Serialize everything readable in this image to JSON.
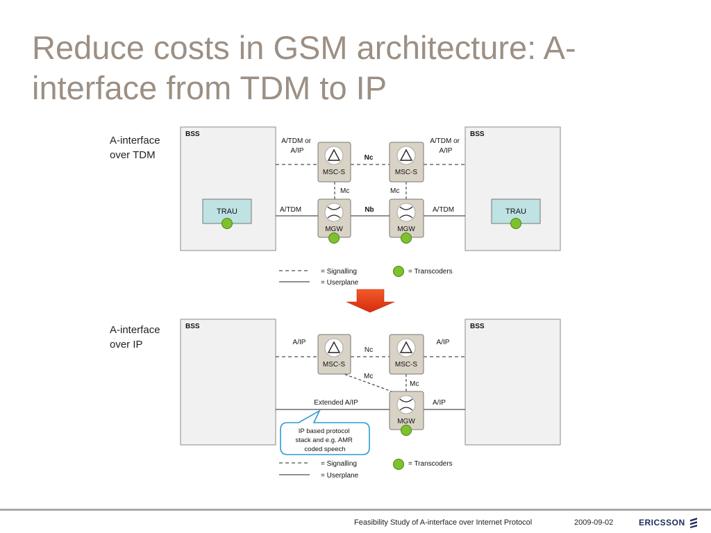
{
  "slide": {
    "title": "Reduce costs in GSM architecture: A-interface from TDM to IP"
  },
  "diagram_top": {
    "heading": [
      "A-interface",
      "over TDM"
    ],
    "bss_left": "BSS",
    "bss_right": "BSS",
    "trau_left": "TRAU",
    "trau_right": "TRAU",
    "msc_left": "MSC-S",
    "msc_right": "MSC-S",
    "mgw_left": "MGW",
    "mgw_right": "MGW",
    "a_tdm_or_aip_left": [
      "A/TDM or",
      "A/IP"
    ],
    "a_tdm_or_aip_right": [
      "A/TDM or",
      "A/IP"
    ],
    "nc": "Nc",
    "nb": "Nb",
    "mc_left": "Mc",
    "mc_right": "Mc",
    "a_tdm_left": "A/TDM",
    "a_tdm_right": "A/TDM"
  },
  "diagram_bottom": {
    "heading": [
      "A-interface",
      "over IP"
    ],
    "bss_left": "BSS",
    "bss_right": "BSS",
    "msc_left": "MSC-S",
    "msc_right": "MSC-S",
    "mgw": "MGW",
    "a_ip_left": "A/IP",
    "a_ip_right": "A/IP",
    "a_ip_mgw": "A/IP",
    "nc": "Nc",
    "mc_diag": "Mc",
    "mc_vert": "Mc",
    "extended": "Extended A/IP",
    "callout": [
      "IP based protocol",
      "stack and e.g. AMR",
      "coded speech"
    ]
  },
  "legend": {
    "signalling": "= Signalling",
    "userplane": "= Userplane",
    "transcoders": "= Transcoders"
  },
  "footer": {
    "study_title": "Feasibility Study of A-interface over Internet Protocol",
    "date": "2009-09-02",
    "logo": "ERICSSON"
  },
  "colors": {
    "title": "#9c8f84",
    "bss_fill": "#f1f1f1",
    "trau_fill": "#bfe2e2",
    "node_fill": "#d9d3c6",
    "transcoder": "#7dc22c",
    "arrow": "#e8411b",
    "callout_border": "#2a9ad6",
    "logo": "#1a2a5a"
  }
}
